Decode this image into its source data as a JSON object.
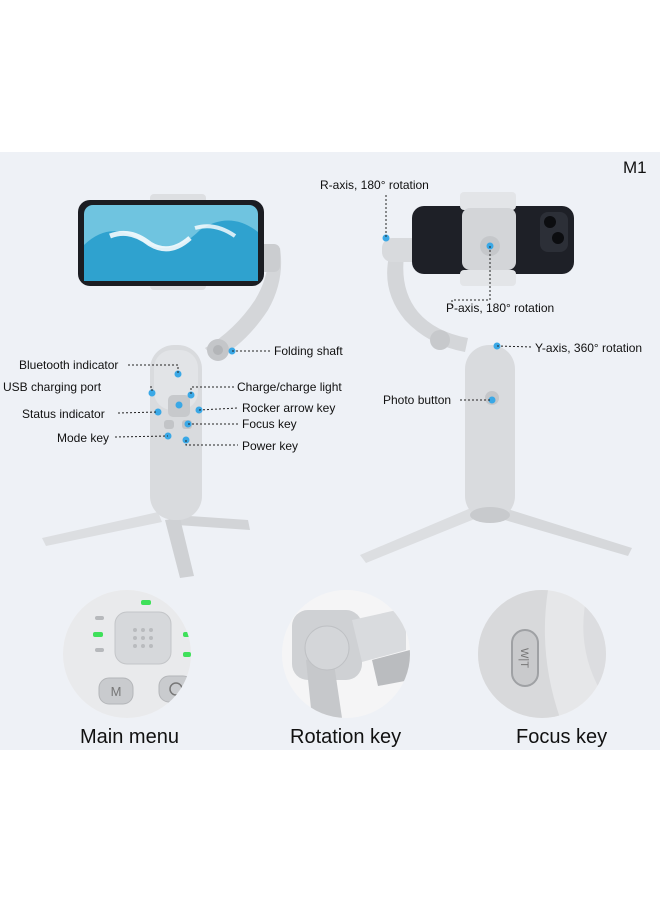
{
  "model_label": "M1",
  "left_labels": {
    "folding_shaft": "Folding shaft",
    "bluetooth_indicator": "Bluetooth indicator",
    "usb_port": "USB charging port",
    "charge_light": "Charge/charge light",
    "status_indicator": "Status indicator",
    "rocker_key": "Rocker arrow key",
    "focus_key": "Focus key",
    "mode_key": "Mode key",
    "power_key": "Power key"
  },
  "right_labels": {
    "r_axis": "R-axis, 180° rotation",
    "p_axis": "P-axis, 180° rotation",
    "y_axis": "Y-axis, 360°  rotation",
    "photo_button": "Photo button"
  },
  "captions": {
    "main_menu": "Main menu",
    "rotation_key": "Rotation key",
    "focus_key": "Focus key"
  },
  "colors": {
    "panel": "#eef1f6",
    "device": "#d7d9dc",
    "marker": "#3aa8e6",
    "led_green": "#3fe05a"
  }
}
